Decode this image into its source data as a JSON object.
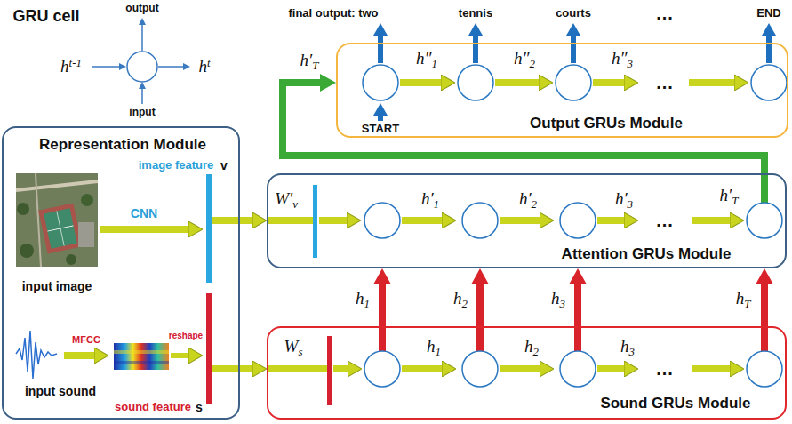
{
  "diagram": {
    "nodes": [
      {
        "text": [
          "Output GRUs Module"
        ]
      },
      {
        "text": [
          "Representation Module"
        ]
      },
      {
        "text": [
          "Attention GRUs Module"
        ]
      },
      {
        "text": [
          "Sound GRUs Module"
        ]
      }
    ],
    "edges": [
      {
        "from": 1,
        "to": 2,
        "arrow": "to"
      },
      {
        "from": 1,
        "to": 3,
        "arrow": "to"
      },
      {
        "from": 3,
        "to": 2,
        "label": "h1",
        "arrow": "to"
      },
      {
        "from": 3,
        "to": 2,
        "label": "h2",
        "arrow": "to"
      },
      {
        "from": 3,
        "to": 2,
        "label": "h3",
        "arrow": "to"
      },
      {
        "from": 3,
        "to": 2,
        "label": "hT",
        "arrow": "to"
      },
      {
        "from": 2,
        "to": 0,
        "label": "h′T",
        "arrow": "to"
      }
    ],
    "labels": [
      "GRU cell",
      "output",
      "input",
      "ht-1",
      "ht",
      "final output: two",
      "tennis",
      "courts",
      "...",
      "END",
      "h″1",
      "h″2",
      "h″3",
      "...",
      "START",
      "image feature",
      "v",
      "CNN",
      "input image",
      "MFCC",
      "reshape",
      "input sound",
      "sound feature",
      "s",
      "W′v",
      "h′1",
      "h′2",
      "h′3",
      "...",
      "h′T",
      "Ws",
      "h1",
      "h2",
      "h3",
      "..."
    ]
  }
}
